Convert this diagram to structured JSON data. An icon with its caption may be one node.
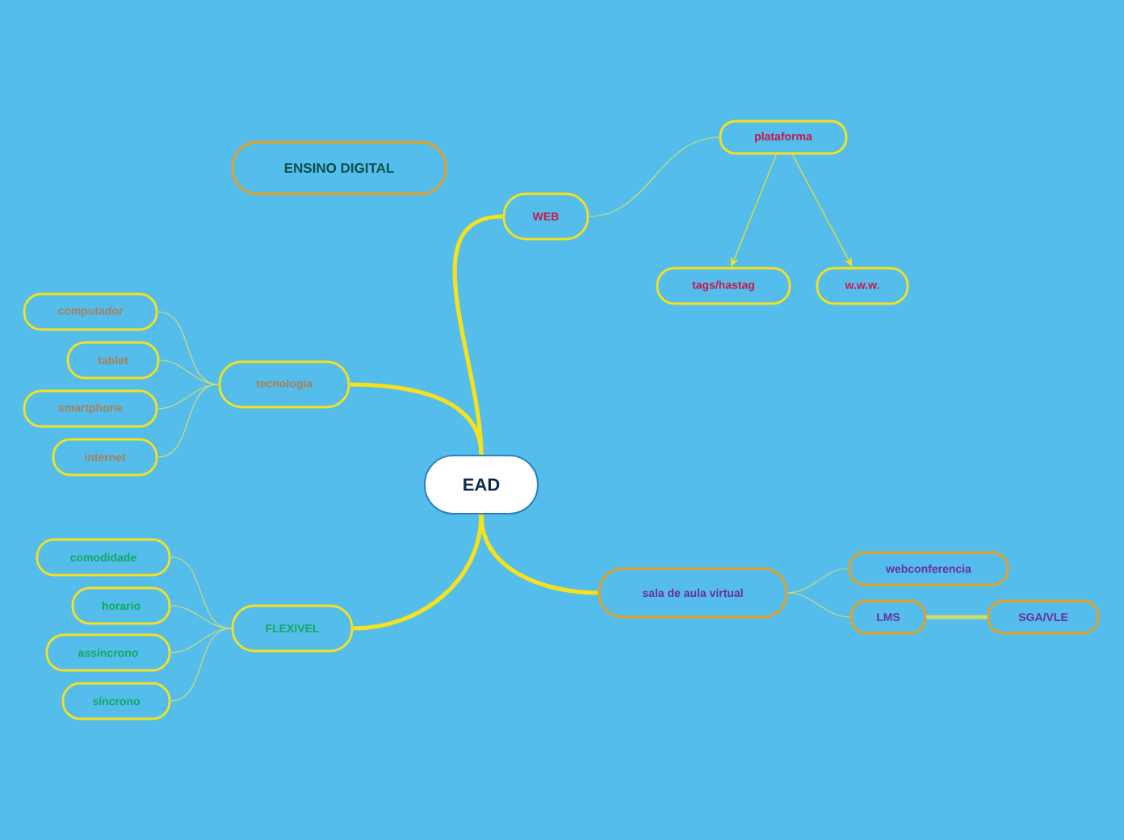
{
  "diagram": {
    "nodes": [
      {
        "text": [
          "EAD"
        ]
      },
      {
        "text": [
          "ENSINO DIGITAL"
        ]
      },
      {
        "text": [
          "WEB"
        ]
      },
      {
        "text": [
          "plataforma"
        ]
      },
      {
        "text": [
          "tags/hastag"
        ]
      },
      {
        "text": [
          "w.w.w."
        ]
      },
      {
        "text": [
          "tecnologia"
        ]
      },
      {
        "text": [
          "computador"
        ]
      },
      {
        "text": [
          "tablet"
        ]
      },
      {
        "text": [
          "smartphone"
        ]
      },
      {
        "text": [
          "internet"
        ]
      },
      {
        "text": [
          "FLEXIVEL"
        ]
      },
      {
        "text": [
          "comodidade"
        ]
      },
      {
        "text": [
          "horario"
        ]
      },
      {
        "text": [
          "assíncrono"
        ]
      },
      {
        "text": [
          "síncrono"
        ]
      },
      {
        "text": [
          "sala de aula virtual"
        ]
      },
      {
        "text": [
          "webconferencia"
        ]
      },
      {
        "text": [
          "LMS"
        ]
      },
      {
        "text": [
          "SGA/VLE"
        ]
      }
    ],
    "edges": [
      {
        "from": 0,
        "to": 2,
        "arrow": "none",
        "style": "thick",
        "color": "#f5e11e"
      },
      {
        "from": 2,
        "to": 3,
        "arrow": "none"
      },
      {
        "from": 3,
        "to": 4,
        "arrow": "to",
        "color": "#f5e11e"
      },
      {
        "from": 3,
        "to": 5,
        "arrow": "to",
        "color": "#f5e11e"
      },
      {
        "from": 0,
        "to": 6,
        "arrow": "none",
        "style": "thick",
        "color": "#f5e11e"
      },
      {
        "from": 6,
        "to": 7,
        "arrow": "none"
      },
      {
        "from": 6,
        "to": 8,
        "arrow": "none"
      },
      {
        "from": 6,
        "to": 9,
        "arrow": "none"
      },
      {
        "from": 6,
        "to": 10,
        "arrow": "none"
      },
      {
        "from": 0,
        "to": 11,
        "arrow": "none",
        "style": "thick",
        "color": "#f5e11e"
      },
      {
        "from": 11,
        "to": 12,
        "arrow": "none"
      },
      {
        "from": 11,
        "to": 13,
        "arrow": "none"
      },
      {
        "from": 11,
        "to": 14,
        "arrow": "none"
      },
      {
        "from": 11,
        "to": 15,
        "arrow": "none"
      },
      {
        "from": 0,
        "to": 16,
        "arrow": "none",
        "style": "thick",
        "color": "#f5e11e"
      },
      {
        "from": 16,
        "to": 17,
        "arrow": "none"
      },
      {
        "from": 16,
        "to": 18,
        "arrow": "none"
      },
      {
        "from": 18,
        "to": 19,
        "arrow": "none",
        "style": "thick"
      }
    ]
  }
}
